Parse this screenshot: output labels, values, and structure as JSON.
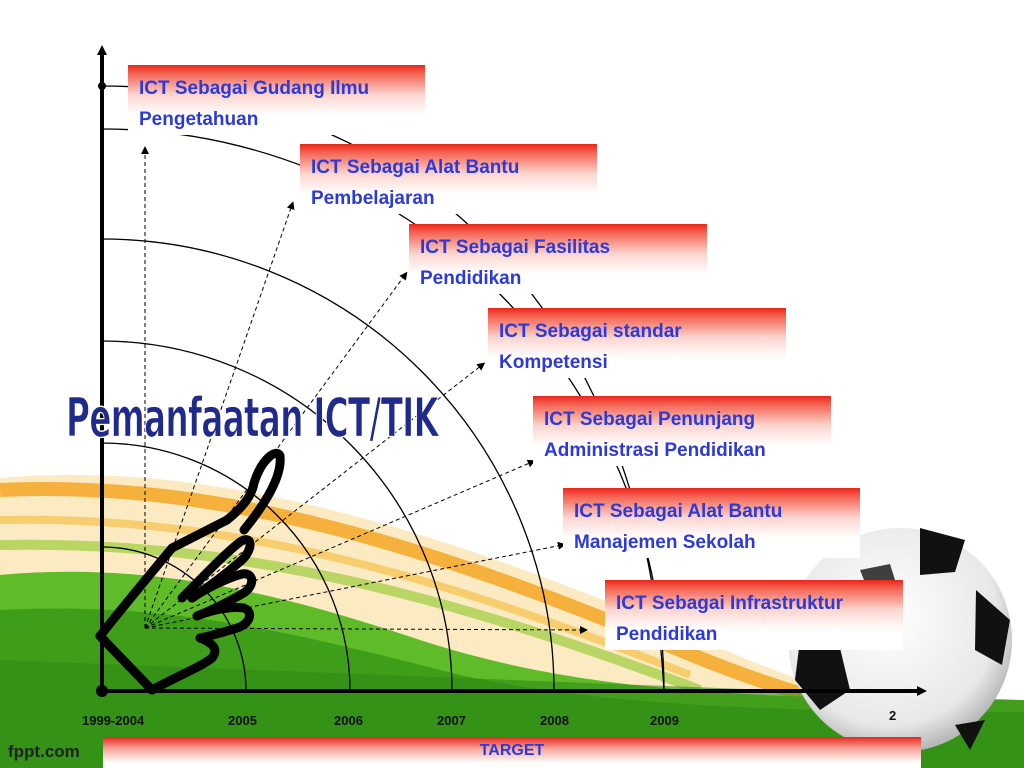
{
  "slide": {
    "title": "Pemanfaatan ICT/TIK",
    "brand": "fppt.com",
    "page_number": "2",
    "target_label": "TARGET"
  },
  "labels": [
    {
      "line1": "ICT Sebagai Gudang Ilmu",
      "line2": "Pengetahuan"
    },
    {
      "line1": "ICT Sebagai Alat Bantu",
      "line2": "Pembelajaran"
    },
    {
      "line1": "ICT Sebagai Fasilitas",
      "line2": "Pendidikan"
    },
    {
      "line1": "ICT Sebagai standar",
      "line2": "Kompetensi"
    },
    {
      "line1": "ICT Sebagai Penunjang",
      "line2": "Administrasi Pendidikan"
    },
    {
      "line1": "ICT Sebagai Alat Bantu",
      "line2": "Manajemen Sekolah"
    },
    {
      "line1": "ICT Sebagai Infrastruktur",
      "line2": "Pendidikan"
    }
  ],
  "years": [
    "1999-2004",
    "2005",
    "2006",
    "2007",
    "2008",
    "2009"
  ],
  "colors": {
    "label_red": "#e8261c",
    "label_text": "#2b3ad8",
    "title_blue": "#1f2a8a",
    "grass_green": "#4caf1e",
    "swoosh_orange": "#f5a21c"
  },
  "icons": [
    "pointing-hand-icon",
    "soccer-ball-icon"
  ]
}
